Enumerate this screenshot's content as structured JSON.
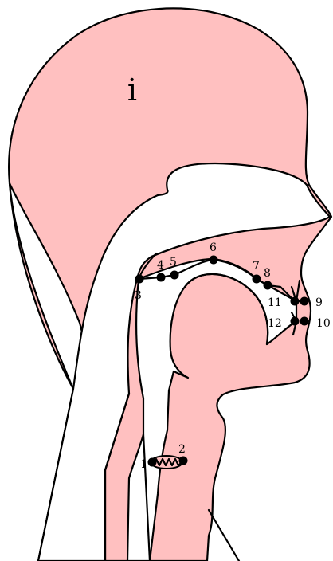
{
  "diagram": {
    "vowel_symbol": "i",
    "colors": {
      "tissue": "#ffc0c0",
      "outline": "#000000",
      "background": "#ffffff"
    },
    "points": [
      {
        "id": "1",
        "label": "1"
      },
      {
        "id": "2",
        "label": "2"
      },
      {
        "id": "3",
        "label": "3"
      },
      {
        "id": "4",
        "label": "4"
      },
      {
        "id": "5",
        "label": "5"
      },
      {
        "id": "6",
        "label": "6"
      },
      {
        "id": "7",
        "label": "7"
      },
      {
        "id": "8",
        "label": "8"
      },
      {
        "id": "9",
        "label": "9"
      },
      {
        "id": "10",
        "label": "10"
      },
      {
        "id": "11",
        "label": "11"
      },
      {
        "id": "12",
        "label": "12"
      }
    ]
  }
}
